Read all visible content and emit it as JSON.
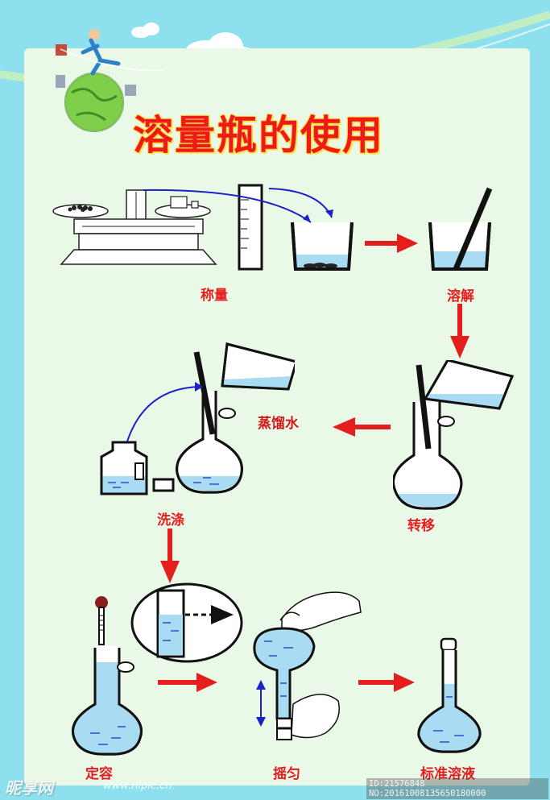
{
  "title": "溶量瓶的使用",
  "steps": {
    "weigh": "称量",
    "dissolve": "溶解",
    "distilled_water": "蒸馏水",
    "transfer": "转移",
    "wash": "洗涤",
    "fix_volume": "定容",
    "shake": "摇匀",
    "standard_solution": "标准溶液"
  },
  "watermark": {
    "site": "昵享网",
    "url": "www.nipic.cn",
    "id_text": "ID:21576848 NO:20161008135650180000"
  },
  "colors": {
    "background": "#8fe0ee",
    "panel": "#eaf8e8",
    "title": "#ee1a1a",
    "title_outline": "#ffe14a",
    "arrow": "#e41d1d",
    "liquid": "#a9dbf2",
    "outline": "#111111",
    "curve_arrow": "#1c22c8"
  }
}
